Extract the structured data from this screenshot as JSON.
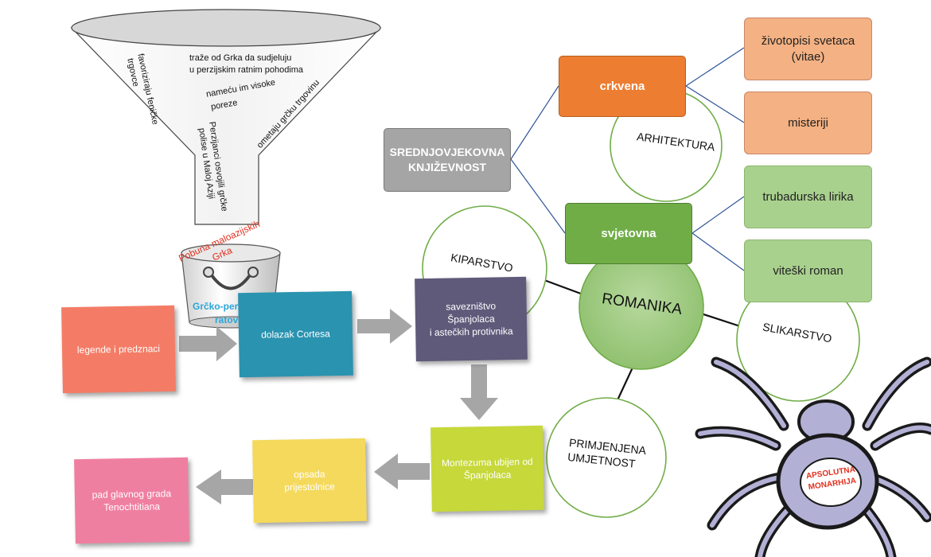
{
  "funnel": {
    "t1": "traže od Grka da sudjeluju",
    "t2": "u perzijskim ratnim pohodima",
    "t3": "nameću im visoke",
    "t4": "poreze",
    "t5": "favoriziraju feničke",
    "t6": "trgovce",
    "t7": "ometaju grčku trgovinu",
    "t8": "Perzijanci osvojili grčke",
    "t9": "polise u Maloj Aziji",
    "bucket1": "Pobuna maloazijskih",
    "bucket2": "Grka",
    "bucket3": "Grčko-perzijski",
    "bucket4": "ratovi"
  },
  "flow": {
    "legende": "legende i predznaci",
    "dolazak": "dolazak Cortesa",
    "savez1": "savezništvo",
    "savez2": "Španjolaca",
    "savez3": "i astečkih protivnika",
    "montezuma1": "Montezuma ubijen od",
    "montezuma2": "Španjolaca",
    "opsada1": "opsada",
    "opsada2": "prijestolnice",
    "pad1": "pad glavnog grada",
    "pad2": "Tenochtitiana"
  },
  "lit": {
    "root1": "SREDNJOVJEKOVNA",
    "root2": "KNJIŽEVNOST",
    "crkvena": "crkvena",
    "svjetovna": "svjetovna",
    "zivotopisi1": "životopisi svetaca",
    "zivotopisi2": "(vitae)",
    "misteriji": "misteriji",
    "trubadurska": "trubadurska lirika",
    "viteski": "viteški roman"
  },
  "romanika": {
    "center": "ROMANIKA",
    "arhitektura": "ARHITEKTURA",
    "kiparstvo": "KIPARSTVO",
    "slikarstvo": "SLIKARSTVO",
    "primjenjena1": "PRIMJENJENA",
    "primjenjena2": "UMJETNOST"
  },
  "spider": {
    "label1": "APSOLUTNA",
    "label2": "MONARHIJA"
  },
  "colors": {
    "crkvena": "#ed7d31",
    "svjetovna": "#70ad47",
    "root": "#a5a5a5",
    "peach": "#f4b183",
    "lightgreen": "#a9d18e",
    "romanika": "#a9d18e",
    "legende": "#f47c66",
    "dolazak": "#2a93b0",
    "savez": "#5f5a7a",
    "montezuma": "#c6d83a",
    "opsada": "#f4d95c",
    "pad": "#ef7fa0",
    "arrow": "#a6a6a6",
    "bucketText": "#e0311f",
    "bucketText2": "#2aa7d8"
  }
}
